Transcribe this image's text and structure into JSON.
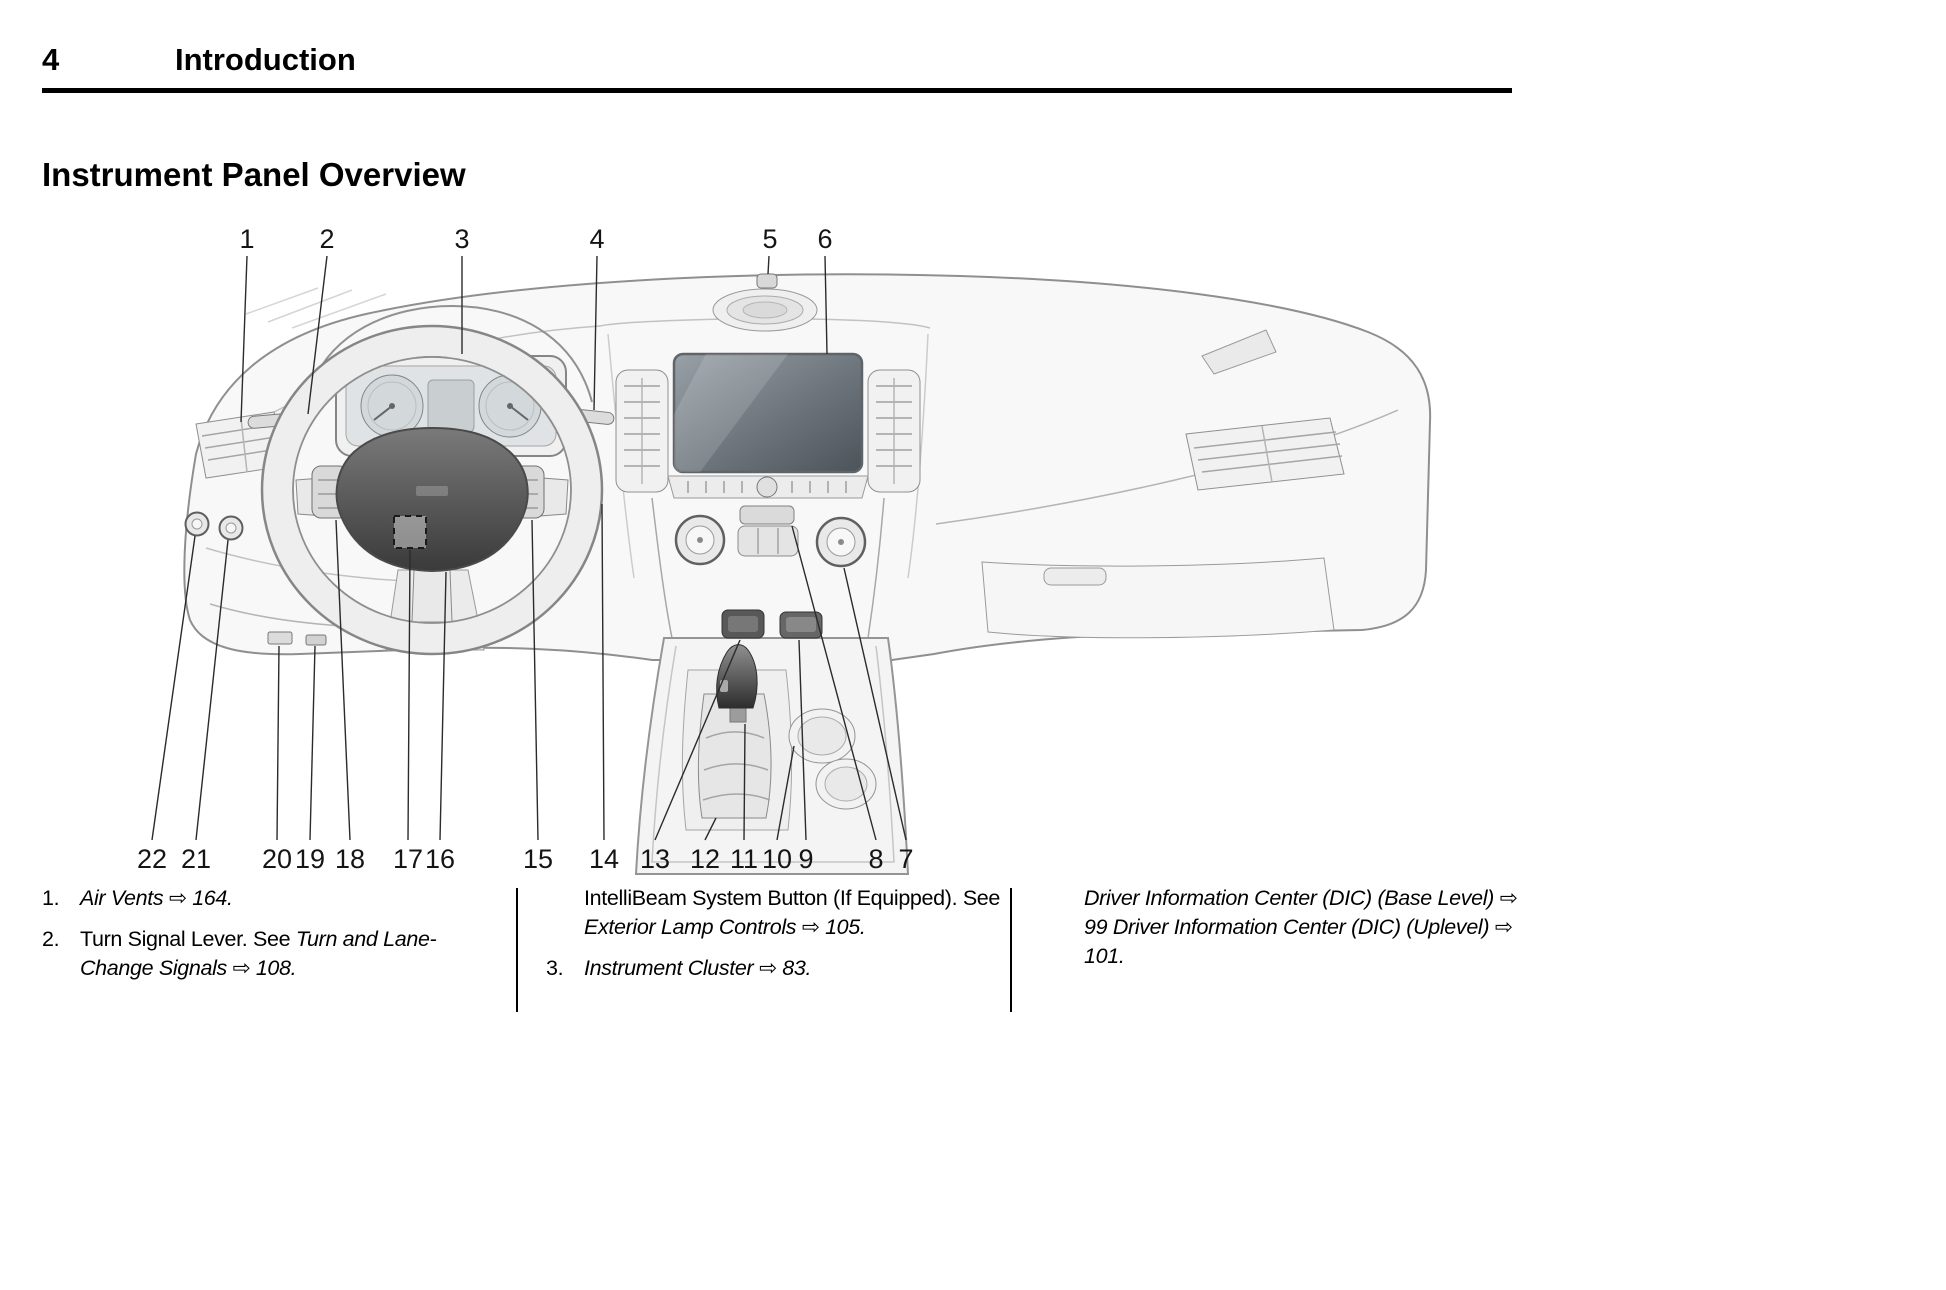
{
  "page": {
    "number": "4",
    "chapter": "Introduction",
    "section_title": "Instrument Panel Overview"
  },
  "figure": {
    "callouts_top": [
      "1",
      "2",
      "3",
      "4",
      "5",
      "6"
    ],
    "callouts_bottom": [
      "22",
      "21",
      "20",
      "19",
      "18",
      "17",
      "16",
      "15",
      "14",
      "13",
      "12",
      "11",
      "10",
      "9",
      "8",
      "7"
    ]
  },
  "legend": {
    "columns": [
      {
        "items": [
          {
            "num": "1.",
            "lead": "",
            "ref": "Air Vents ⇨ 164."
          },
          {
            "num": "2.",
            "lead": "Turn Signal Lever. See ",
            "ref": "Turn and Lane-Change Signals ⇨ 108."
          }
        ]
      },
      {
        "items": [
          {
            "num": "",
            "lead": "IntelliBeam System Button (If Equipped). See ",
            "ref": "Exterior Lamp Controls ⇨ 105."
          },
          {
            "num": "3.",
            "lead": "",
            "ref": "Instrument Cluster ⇨ 83."
          }
        ]
      },
      {
        "items": [
          {
            "num": "",
            "lead": "",
            "ref": "Driver Information Center (DIC) (Base Level) ⇨ 99 Driver Information Center (DIC) (Uplevel) ⇨ 101."
          }
        ]
      }
    ]
  }
}
